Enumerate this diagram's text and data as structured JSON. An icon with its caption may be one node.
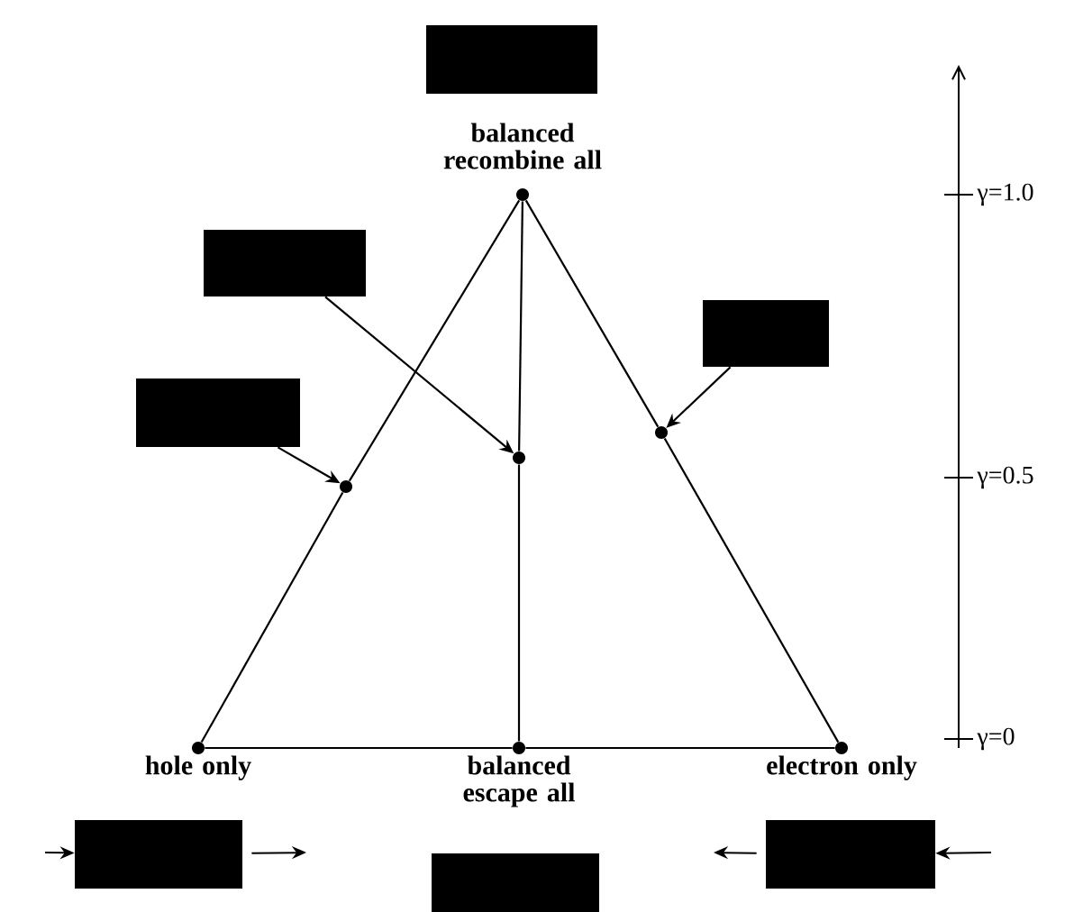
{
  "diagram": {
    "nodes": [
      {
        "text": [],
        "shape": "box"
      },
      {
        "text": [],
        "shape": "circle",
        "beside": [
          "balanced recombine all"
        ]
      },
      {
        "text": [],
        "shape": "box"
      },
      {
        "text": [],
        "shape": "box"
      },
      {
        "text": [],
        "shape": "box"
      },
      {
        "text": [],
        "shape": "circle"
      },
      {
        "text": [],
        "shape": "circle"
      },
      {
        "text": [],
        "shape": "circle"
      },
      {
        "text": [],
        "shape": "circle",
        "beside": [
          "hole only"
        ]
      },
      {
        "text": [],
        "shape": "circle",
        "beside": [
          "balanced escape all"
        ]
      },
      {
        "text": [],
        "shape": "circle",
        "beside": [
          "electron only"
        ]
      },
      {
        "text": [],
        "shape": "box"
      },
      {
        "text": [],
        "shape": "box"
      },
      {
        "text": [],
        "shape": "box"
      }
    ],
    "edges": [
      {
        "from": 1,
        "to": 7,
        "arrow": "none"
      },
      {
        "from": 7,
        "to": 8,
        "arrow": "none"
      },
      {
        "from": 1,
        "to": 6,
        "arrow": "none"
      },
      {
        "from": 6,
        "to": 9,
        "arrow": "none"
      },
      {
        "from": 1,
        "to": 5,
        "arrow": "none"
      },
      {
        "from": 5,
        "to": 10,
        "arrow": "none"
      },
      {
        "from": 8,
        "to": 9,
        "arrow": "none"
      },
      {
        "from": 9,
        "to": 10,
        "arrow": "none"
      },
      {
        "from": 4,
        "to": 7,
        "arrow": "to"
      },
      {
        "from": 2,
        "to": 6,
        "arrow": "to"
      },
      {
        "from": 3,
        "to": 5,
        "arrow": "to"
      },
      {
        "from": null,
        "to": 11,
        "arrow": "to"
      },
      {
        "from": 11,
        "to": null,
        "arrow": "to"
      },
      {
        "from": 13,
        "to": null,
        "arrow": "to"
      },
      {
        "from": null,
        "to": 13,
        "arrow": "to"
      }
    ],
    "labels": [
      "γ=1.0",
      "γ=0.5",
      "γ=0"
    ]
  }
}
